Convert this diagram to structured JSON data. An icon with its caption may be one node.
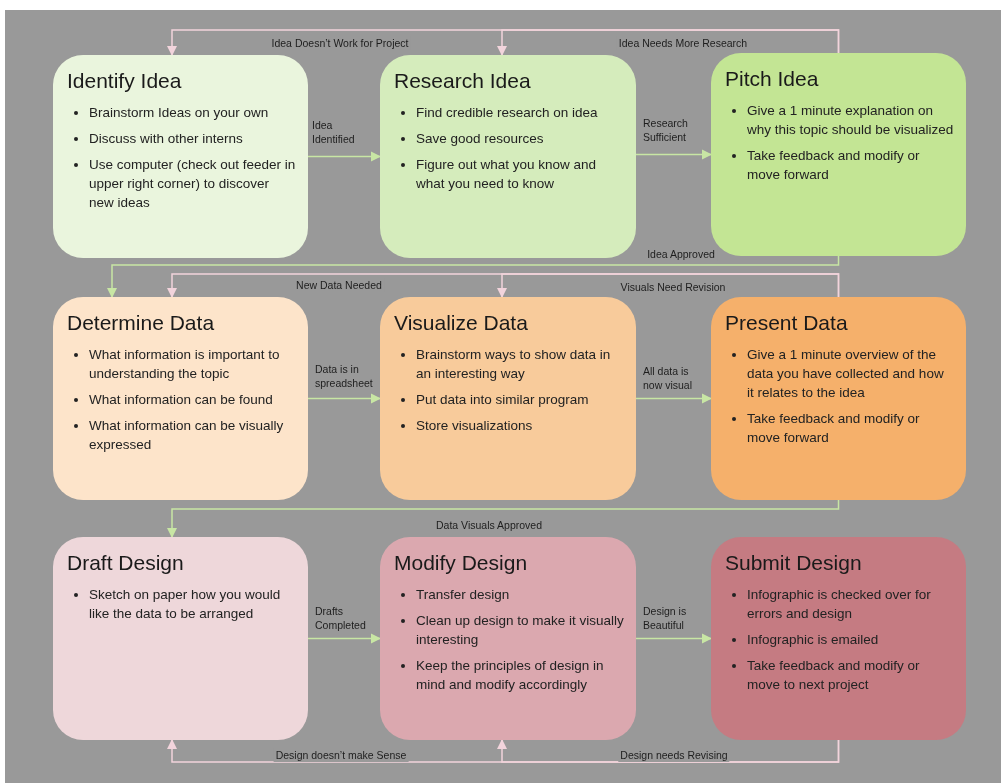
{
  "diagram": {
    "nodes": [
      {
        "text": [
          "Identify Idea",
          "Brainstorm Ideas on your own",
          "Discuss with other interns",
          "Use computer (check out feeder in upper right corner) to discover new ideas"
        ]
      },
      {
        "text": [
          "Research Idea",
          "Find credible research on idea",
          "Save good resources",
          "Figure out what you know and what you need to know"
        ]
      },
      {
        "text": [
          "Pitch Idea",
          "Give a 1 minute explanation on why this topic should be visualized",
          "Take feedback and modify or move forward"
        ]
      },
      {
        "text": [
          "Determine Data",
          "What information is important to understanding the topic",
          "What information can be found",
          "What information can be visually expressed"
        ]
      },
      {
        "text": [
          "Visualize Data",
          "Brainstorm ways to show data in an interesting way",
          "Put data into similar program",
          "Store visualizations"
        ]
      },
      {
        "text": [
          "Present Data",
          "Give a 1 minute overview of the data you have collected and how it relates to the idea",
          "Take feedback and modify or move forward"
        ]
      },
      {
        "text": [
          "Draft Design",
          "Sketch on paper how you would like the data to be arranged"
        ]
      },
      {
        "text": [
          "Modify Design",
          "Transfer design",
          "Clean up design to make it visually interesting",
          "Keep the principles of design in mind and modify accordingly"
        ]
      },
      {
        "text": [
          "Submit Design",
          "Infographic is checked over for errors and design",
          "Infographic is emailed",
          "Take feedback and modify or move to next project"
        ]
      }
    ],
    "edges": [
      {
        "from": 2,
        "to": 0,
        "arrow": "to",
        "label": "Idea Doesn’t Work for Project",
        "color": "#f2d4dc"
      },
      {
        "from": 2,
        "to": 1,
        "arrow": "to",
        "label": "Idea Needs More Research",
        "color": "#f2d4dc"
      },
      {
        "from": 0,
        "to": 1,
        "arrow": "to",
        "label": "Idea Identified"
      },
      {
        "from": 1,
        "to": 2,
        "arrow": "to",
        "label": "Research Sufficient"
      },
      {
        "from": 2,
        "to": 3,
        "arrow": "to",
        "label": "Idea Approved"
      },
      {
        "from": 5,
        "to": 3,
        "arrow": "to",
        "label": "New Data Needed",
        "color": "#f2d4dc"
      },
      {
        "from": 5,
        "to": 4,
        "arrow": "to",
        "label": "Visuals Need Revision",
        "color": "#f2d4dc"
      },
      {
        "from": 3,
        "to": 4,
        "arrow": "to",
        "label": "Data is in spreadsheet"
      },
      {
        "from": 4,
        "to": 5,
        "arrow": "to",
        "label": "All data is now visual"
      },
      {
        "from": 5,
        "to": 6,
        "arrow": "to",
        "label": "Data Visuals Approved"
      },
      {
        "from": 6,
        "to": 7,
        "arrow": "to",
        "label": "Drafts Completed"
      },
      {
        "from": 7,
        "to": 8,
        "arrow": "to",
        "label": "Design is Beautiful"
      },
      {
        "from": 8,
        "to": 6,
        "arrow": "to",
        "label": "Design doesn’t make Sense",
        "color": "#f2d4dc"
      },
      {
        "from": 8,
        "to": 7,
        "arrow": "to",
        "label": "Design needs Revising",
        "color": "#f2d4dc"
      }
    ]
  }
}
